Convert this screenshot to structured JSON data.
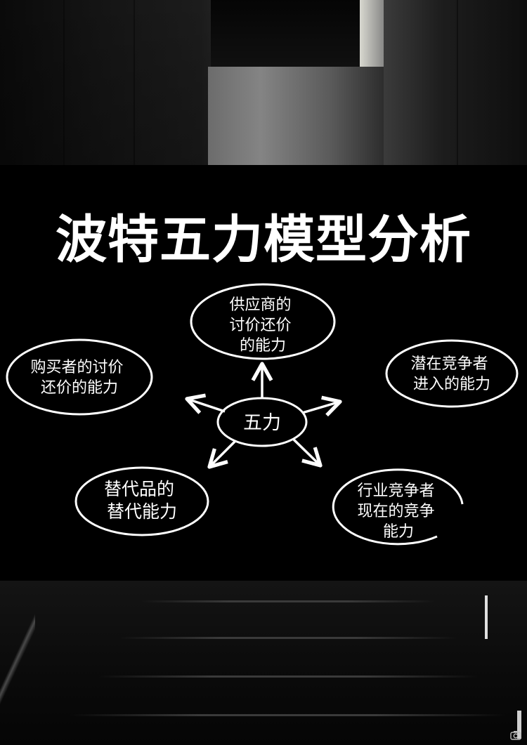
{
  "title": "波特五力模型分析",
  "center": {
    "label": "五力"
  },
  "forces": [
    {
      "id": "supplier",
      "lines": [
        "供应商的",
        "讨价还价",
        "的能力"
      ]
    },
    {
      "id": "buyer",
      "lines": [
        "购买者的讨价",
        "还价的能力"
      ]
    },
    {
      "id": "entrant",
      "lines": [
        "潜在竞争者",
        "进入的能力"
      ]
    },
    {
      "id": "substitute",
      "lines": [
        "替代品的",
        "替代能力"
      ]
    },
    {
      "id": "rival",
      "lines": [
        "行业竞争者",
        "现在的竞争",
        "能力"
      ]
    }
  ],
  "colors": {
    "background": "#000000",
    "foreground": "#ffffff"
  },
  "watermark_icon": "camera-icon"
}
